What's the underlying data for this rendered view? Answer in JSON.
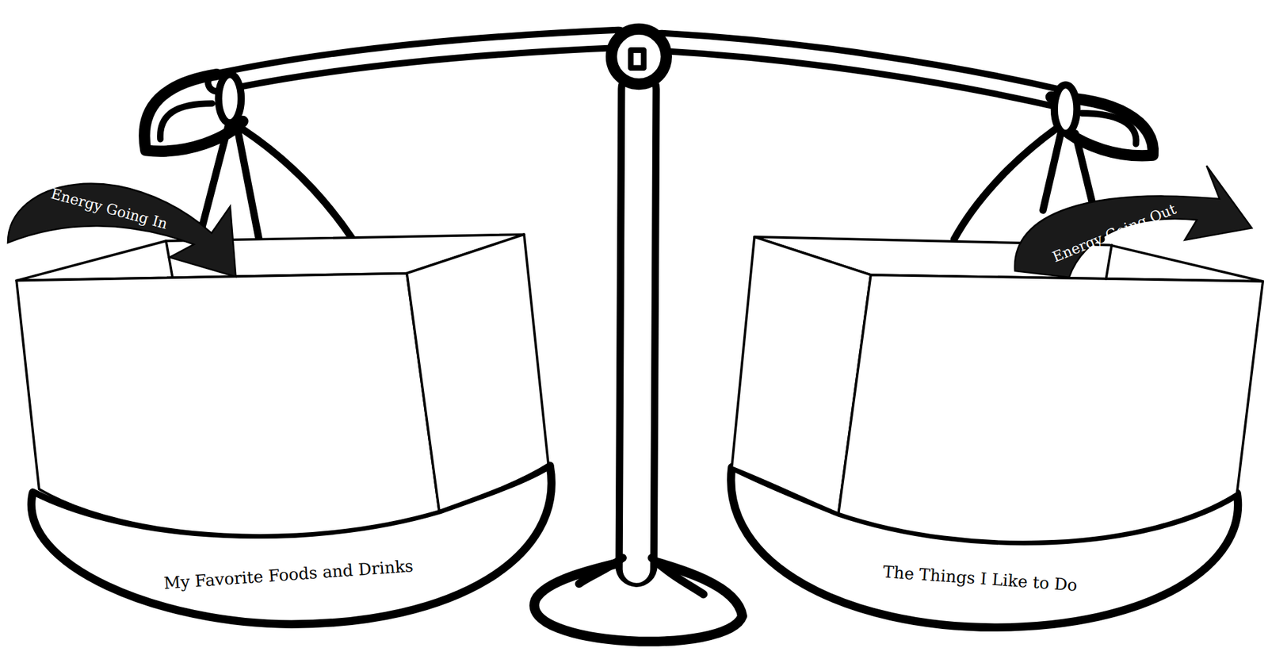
{
  "diagram": {
    "nodes": [
      {
        "text": [
          "Energy Going In"
        ]
      },
      {
        "text": [
          "Energy Going Out"
        ]
      },
      {
        "text": [
          "My Favorite Foods and Drinks"
        ]
      },
      {
        "text": [
          "The Things I Like to Do"
        ]
      }
    ]
  }
}
